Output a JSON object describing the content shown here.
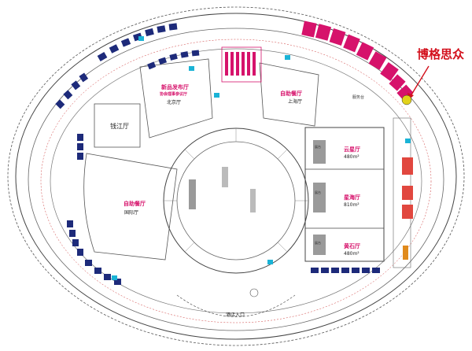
{
  "map": {
    "callout": "博格思众",
    "halls": {
      "qiantang": "钱江厅",
      "international": "国际厅",
      "beijing": "北京厅",
      "shanghai": "上海厅",
      "xinghai": "星海厅",
      "xinghai_area": "810m²",
      "yunxing": "云星厅",
      "yunxing_area": "480m²",
      "huangshi": "黄石厅",
      "huangshi_area": "480m²",
      "press": "新品发布厅",
      "press_sub": "协会理事参议厅",
      "buffet1": "自助餐厅",
      "buffet2": "自助餐厅",
      "hotel_entrance": "酒店入口",
      "service": "服务台",
      "platform": "展台"
    },
    "colors": {
      "pink": "#d6126b",
      "navy": "#1d2a7a",
      "cyan": "#1ab3d6",
      "red": "#d3101c",
      "orange": "#e08a1c",
      "gray": "#9a9a9a"
    }
  }
}
